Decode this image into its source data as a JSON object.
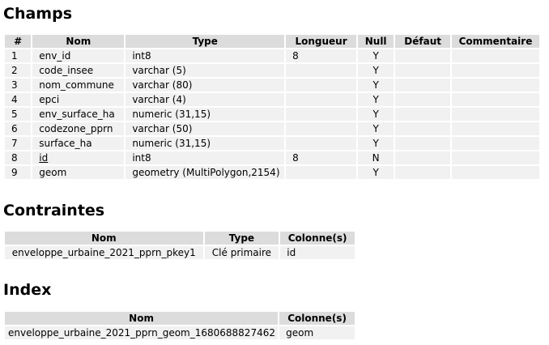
{
  "sections": {
    "champs": "Champs",
    "contraintes": "Contraintes",
    "index": "Index"
  },
  "fields_table": {
    "headers": [
      "#",
      "Nom",
      "Type",
      "Longueur",
      "Null",
      "Défaut",
      "Commentaire"
    ],
    "rows": [
      {
        "num": "1",
        "nom": "env_id",
        "type": "int8",
        "longueur": "8",
        "null": "Y",
        "defaut": "",
        "commentaire": ""
      },
      {
        "num": "2",
        "nom": "code_insee",
        "type": "varchar (5)",
        "longueur": "",
        "null": "Y",
        "defaut": "",
        "commentaire": ""
      },
      {
        "num": "3",
        "nom": "nom_commune",
        "type": "varchar (80)",
        "longueur": "",
        "null": "Y",
        "defaut": "",
        "commentaire": ""
      },
      {
        "num": "4",
        "nom": "epci",
        "type": "varchar (4)",
        "longueur": "",
        "null": "Y",
        "defaut": "",
        "commentaire": ""
      },
      {
        "num": "5",
        "nom": "env_surface_ha",
        "type": "numeric (31,15)",
        "longueur": "",
        "null": "Y",
        "defaut": "",
        "commentaire": ""
      },
      {
        "num": "6",
        "nom": "codezone_pprn",
        "type": "varchar (50)",
        "longueur": "",
        "null": "Y",
        "defaut": "",
        "commentaire": ""
      },
      {
        "num": "7",
        "nom": "surface_ha",
        "type": "numeric (31,15)",
        "longueur": "",
        "null": "Y",
        "defaut": "",
        "commentaire": ""
      },
      {
        "num": "8",
        "nom": "id",
        "type": "int8",
        "longueur": "8",
        "null": "N",
        "defaut": "",
        "commentaire": ""
      },
      {
        "num": "9",
        "nom": "geom",
        "type": "geometry (MultiPolygon,2154)",
        "longueur": "",
        "null": "Y",
        "defaut": "",
        "commentaire": ""
      }
    ]
  },
  "constraints_table": {
    "headers": [
      "Nom",
      "Type",
      "Colonne(s)"
    ],
    "rows": [
      {
        "nom": "enveloppe_urbaine_2021_pprn_pkey1",
        "type": "Clé primaire",
        "colonnes": "id"
      }
    ]
  },
  "index_table": {
    "headers": [
      "Nom",
      "Colonne(s)"
    ],
    "rows": [
      {
        "nom": "enveloppe_urbaine_2021_pprn_geom_1680688827462",
        "colonnes": "geom"
      }
    ]
  }
}
